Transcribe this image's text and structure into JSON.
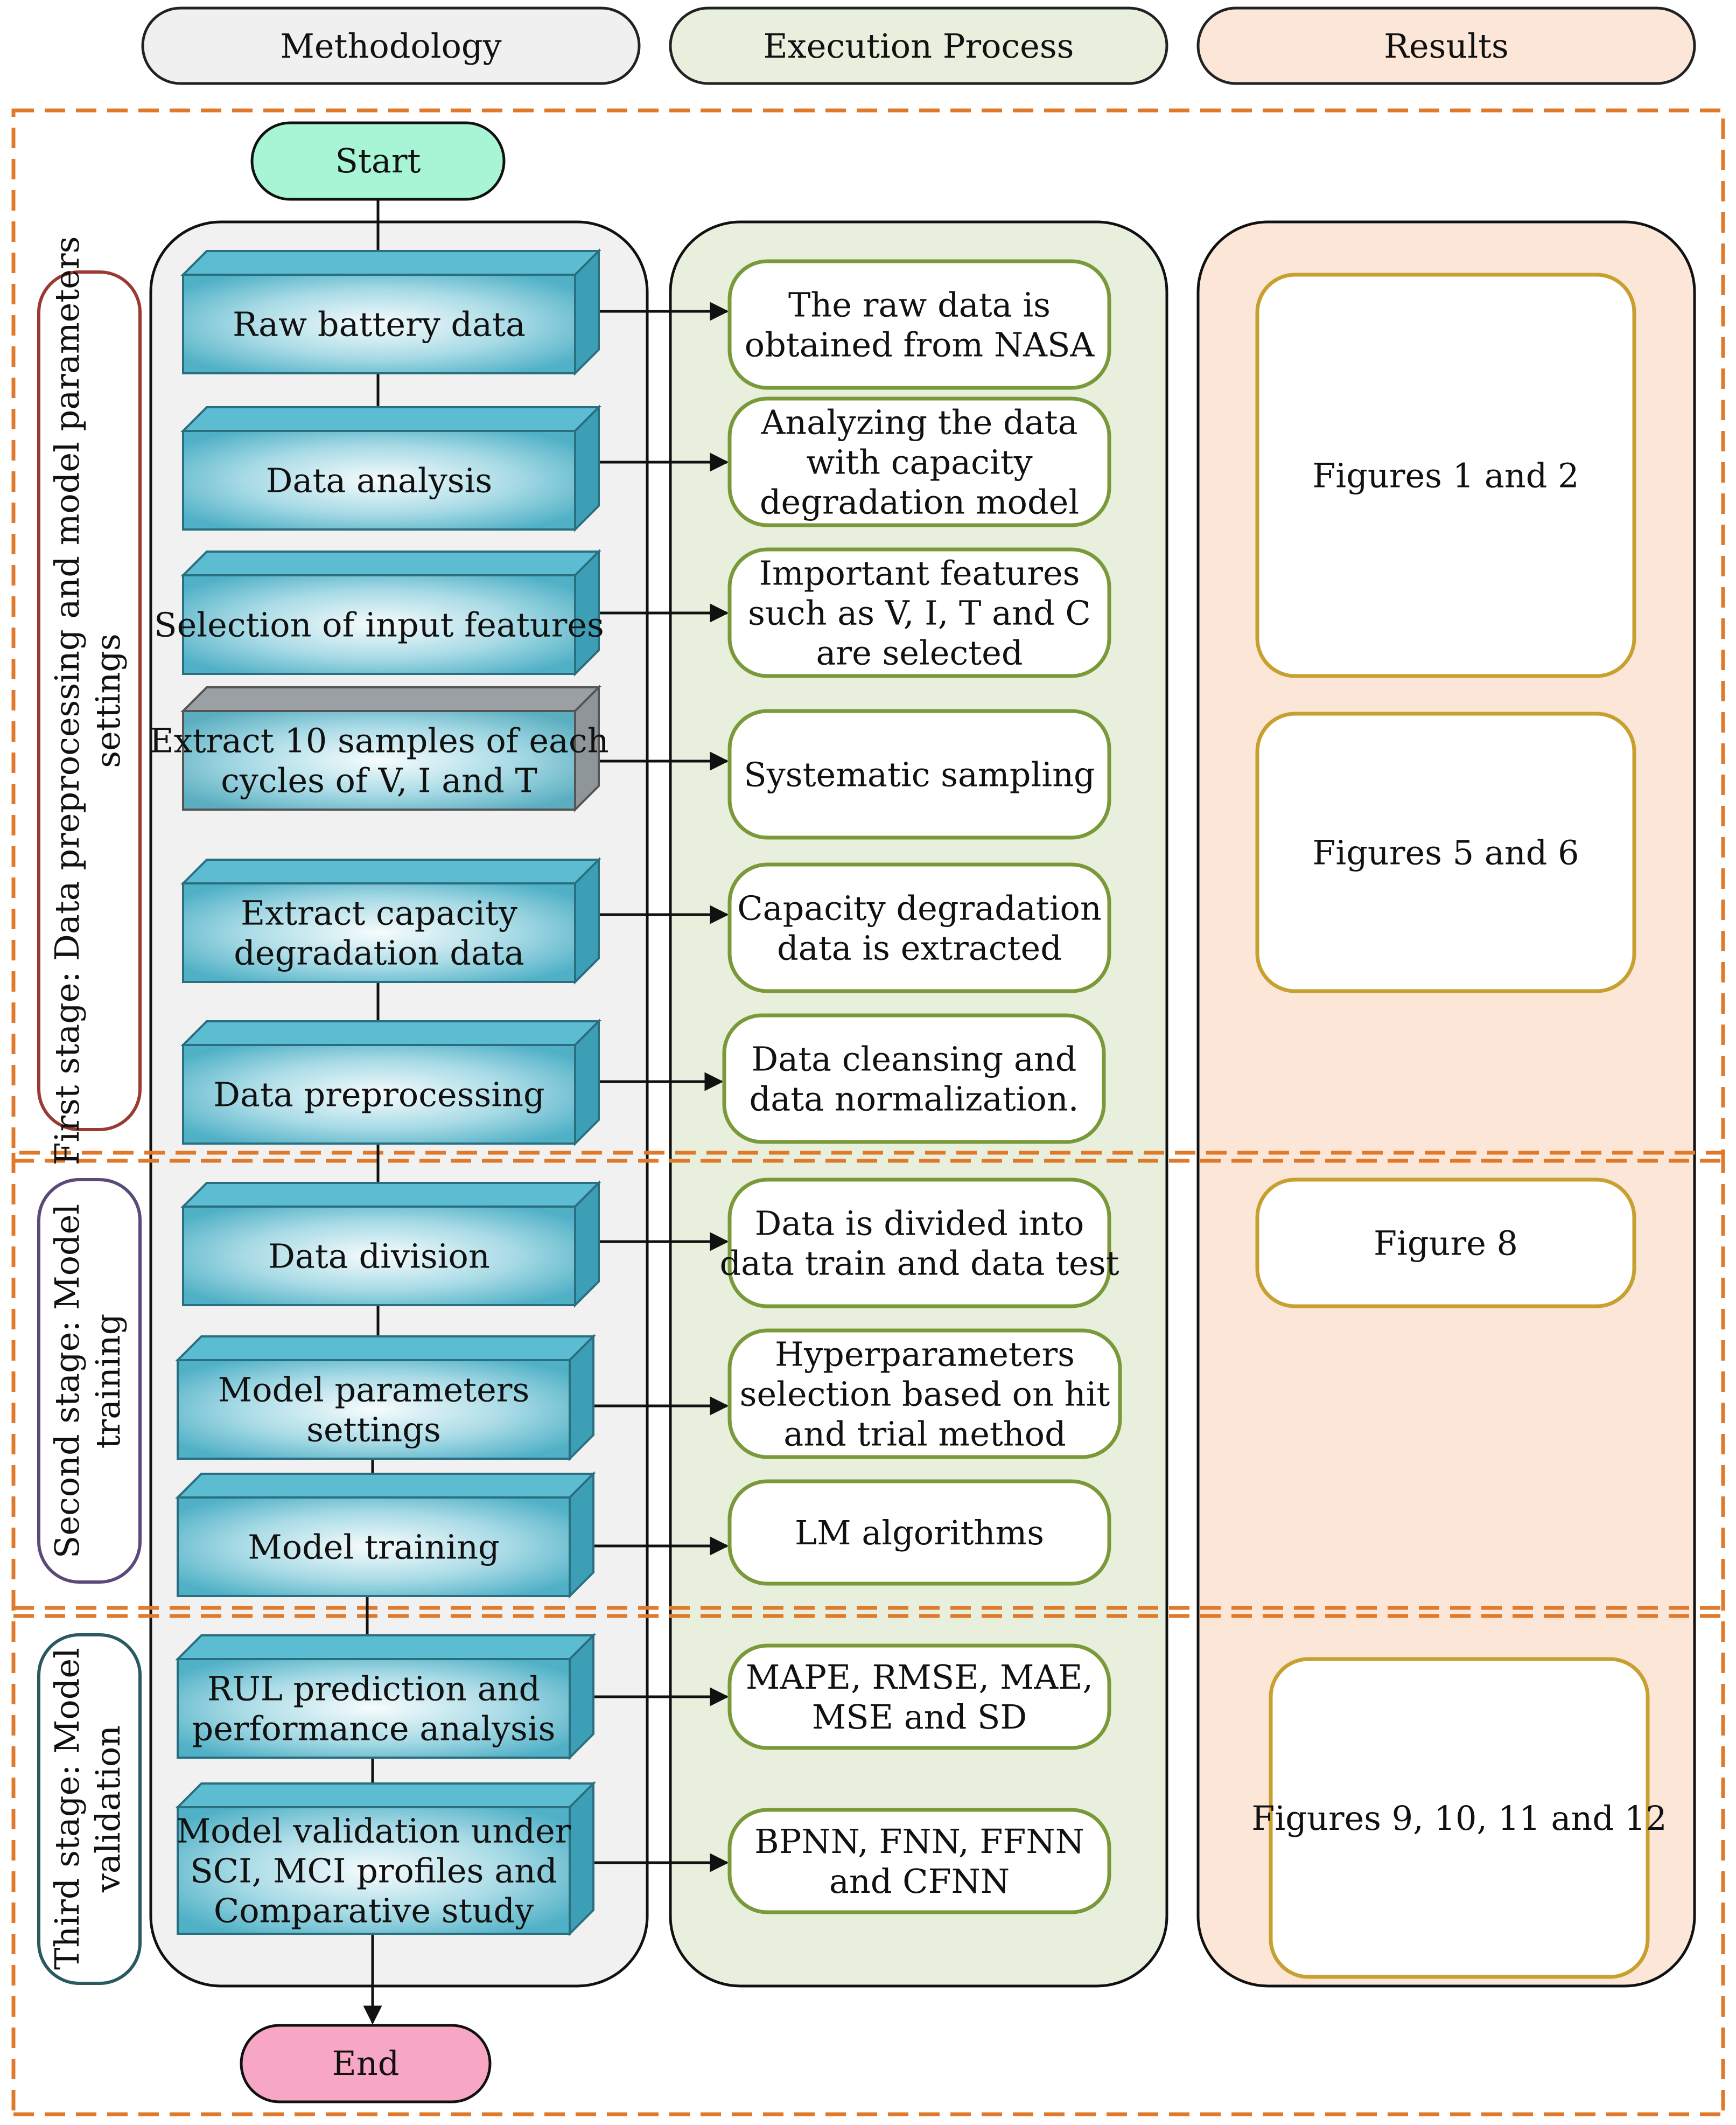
{
  "headers": {
    "methodology": "Methodology",
    "execution": "Execution Process",
    "results": "Results"
  },
  "terminals": {
    "start": "Start",
    "end": "End"
  },
  "stages": [
    {
      "lines": [
        "First stage: Data preprocessing and model parameters",
        "settings"
      ]
    },
    {
      "lines": [
        "Second  stage: Model",
        "training"
      ]
    },
    {
      "lines": [
        "Third  stage: Model",
        "validation"
      ]
    }
  ],
  "steps": [
    {
      "lines": [
        "Raw battery data"
      ]
    },
    {
      "lines": [
        "Data analysis"
      ]
    },
    {
      "lines": [
        "Selection of input features"
      ]
    },
    {
      "lines": [
        "Extract 10 samples of each",
        "cycles of V, I and T"
      ]
    },
    {
      "lines": [
        "Extract capacity",
        "degradation data"
      ]
    },
    {
      "lines": [
        "Data preprocessing"
      ]
    },
    {
      "lines": [
        "Data division"
      ]
    },
    {
      "lines": [
        "Model parameters",
        "settings"
      ]
    },
    {
      "lines": [
        "Model training"
      ]
    },
    {
      "lines": [
        "RUL prediction and",
        "performance analysis"
      ]
    },
    {
      "lines": [
        "Model validation under",
        "SCI, MCI profiles and",
        "Comparative study"
      ]
    }
  ],
  "execution": [
    {
      "lines": [
        "The raw data is",
        "obtained from NASA"
      ]
    },
    {
      "lines": [
        "Analyzing the data",
        "with capacity",
        "degradation model"
      ]
    },
    {
      "lines": [
        "Important features",
        "such as V, I, T and C",
        "are selected"
      ]
    },
    {
      "lines": [
        "Systematic sampling"
      ]
    },
    {
      "lines": [
        "Capacity degradation",
        "data is extracted"
      ]
    },
    {
      "lines": [
        "Data cleansing and",
        "data normalization."
      ]
    },
    {
      "lines": [
        "Data is divided into",
        "data train and data test"
      ]
    },
    {
      "lines": [
        "Hyperparameters",
        "selection based on hit",
        "and trial method"
      ]
    },
    {
      "lines": [
        "LM algorithms"
      ]
    },
    {
      "lines": [
        "MAPE, RMSE, MAE,",
        "MSE and SD"
      ]
    },
    {
      "lines": [
        "BPNN,  FNN, FFNN",
        "and CFNN"
      ]
    }
  ],
  "results": [
    {
      "lines": [
        "Figures 1 and 2"
      ]
    },
    {
      "lines": [
        "Figures 5 and 6"
      ]
    },
    {
      "lines": [
        "Figure 8"
      ]
    },
    {
      "lines": [
        "Figures 9, 10, 11 and 12"
      ]
    }
  ],
  "colors": {
    "methodology_header": "#f0f0f0",
    "execution_header": "#e8efdc",
    "results_header": "#fbe6d8",
    "start": "#a8f5d6",
    "end": "#f7a6c4",
    "stage_border_orange": "#e07a2a",
    "exec_border": "#7a9a3a",
    "results_border": "#c8a030",
    "stage1_border": "#9b3a32",
    "stage2_border": "#5a4a7a",
    "stage3_border": "#2a5a60",
    "block_front_dark": "#4fb0c6",
    "block_front_light": "#f4fbfd"
  }
}
